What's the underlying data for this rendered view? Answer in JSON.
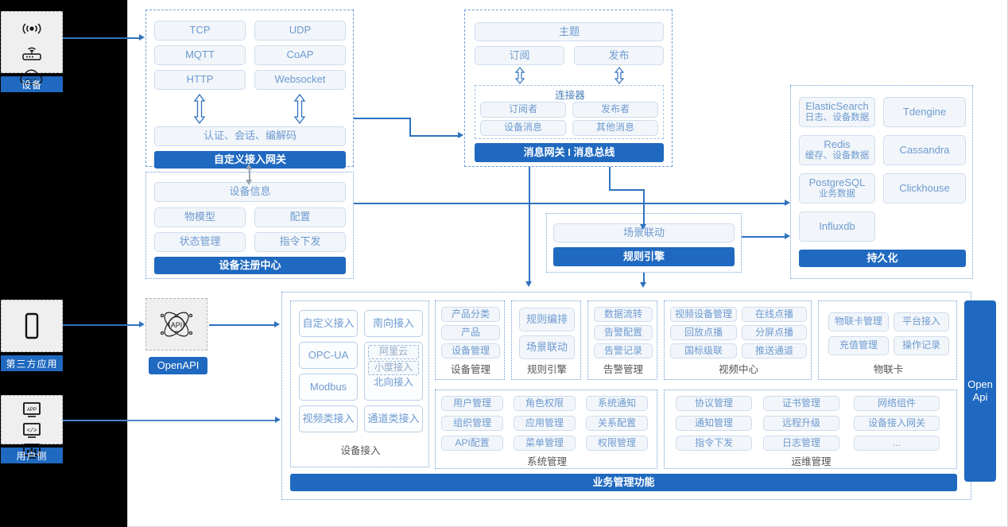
{
  "actors": [
    {
      "name": "设备",
      "icons": [
        "wireless-signal-icon",
        "router-icon",
        "cloud-icon"
      ]
    },
    {
      "name": "第三方应用",
      "icons": [
        "mobile-phone-icon"
      ]
    },
    {
      "name": "用户侧",
      "icons": [
        "app-window-icon",
        "code-window-icon",
        "dashboard-window-icon"
      ]
    }
  ],
  "gateway": {
    "protocols": [
      "TCP",
      "UDP",
      "MQTT",
      "CoAP",
      "HTTP",
      "Websocket"
    ],
    "middle": "认证、会话、编解码",
    "bar": "自定义接入网关"
  },
  "message_bus": {
    "topic": "主题",
    "subscribe": "订阅",
    "publish": "发布",
    "connector_title": "连接器",
    "connector_items": [
      "订阅者",
      "发布者",
      "设备消息",
      "其他消息"
    ],
    "bar": "消息网关 I 消息总线"
  },
  "registry": {
    "header": "设备信息",
    "items": [
      "物模型",
      "配置",
      "状态管理",
      "指令下发"
    ],
    "bar": "设备注册中心"
  },
  "rule_engine": {
    "item": "场景联动",
    "bar": "规则引擎"
  },
  "persistence": {
    "stores": [
      {
        "name": "ElasticSearch",
        "sub": "日志、设备数据"
      },
      {
        "name": "Tdengine",
        "sub": ""
      },
      {
        "name": "Redis",
        "sub": "缓存、设备数据"
      },
      {
        "name": "Cassandra",
        "sub": ""
      },
      {
        "name": "PostgreSQL",
        "sub": "业务数据"
      },
      {
        "name": "Clickhouse",
        "sub": ""
      },
      {
        "name": "Influxdb",
        "sub": ""
      }
    ],
    "bar": "持久化"
  },
  "openapi": {
    "icon": "api-atom-icon",
    "label": "OpenAPI"
  },
  "open_api_side": {
    "line1": "Open",
    "line2": "Api"
  },
  "business": {
    "bottom_bar": "业务管理功能",
    "columns": [
      {
        "caption": "设备接入",
        "layout": "access",
        "left": [
          "自定义接入",
          "OPC-UA",
          "Modbus",
          "视频类接入"
        ],
        "right_top": "南向接入",
        "nested": [
          "阿里云",
          "小度接入"
        ],
        "nested_label": "北向接入",
        "right_bottom": "通道类接入"
      },
      {
        "caption": "设备管理",
        "items": [
          "产品分类",
          "产品",
          "设备管理"
        ]
      },
      {
        "caption": "规则引擎",
        "items": [
          "规则编排",
          "场景联动"
        ]
      },
      {
        "caption": "告警管理",
        "items": [
          "数据流转",
          "告警配置",
          "告警记录"
        ]
      },
      {
        "caption": "视频中心",
        "items": [
          "视频设备管理",
          "在线点播",
          "回放点播",
          "分屏点播",
          "国标级联",
          "推送通道"
        ]
      },
      {
        "caption": "物联卡",
        "items": [
          "物联卡管理",
          "平台接入",
          "充值管理",
          "操作记录"
        ]
      },
      {
        "caption": "系统管理",
        "items": [
          "用户管理",
          "角色权限",
          "系统通知",
          "组织管理",
          "应用管理",
          "关系配置",
          "API配置",
          "菜单管理",
          "权限管理"
        ]
      },
      {
        "caption": "运维管理",
        "items": [
          "协议管理",
          "证书管理",
          "网络组件",
          "通知管理",
          "远程升级",
          "设备接入网关",
          "指令下发",
          "日志管理",
          "..."
        ]
      }
    ]
  },
  "colors": {
    "brand_blue": "#1f69c0",
    "pill_text": "#6e9ad0",
    "pill_bg": "#f2f6fa",
    "dash_border": "#6f9fd8"
  }
}
